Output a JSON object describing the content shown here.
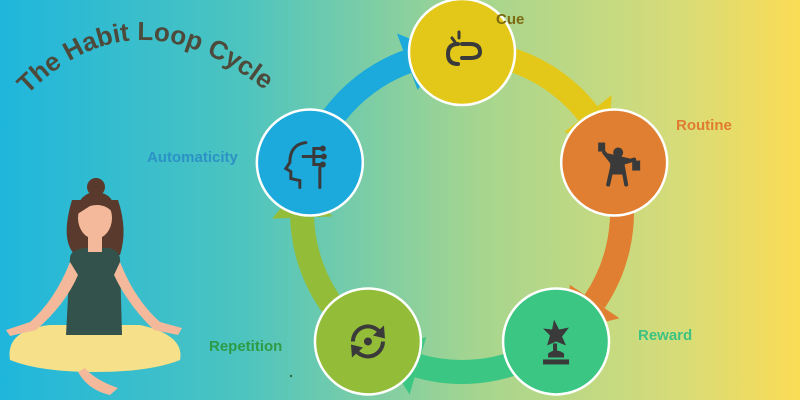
{
  "title": "The Habit Loop Cycle",
  "colors": {
    "title": "#4d4a3c",
    "circle_stroke": "#ffffff",
    "icon": "#3a3a3a"
  },
  "stages": [
    {
      "label": "Cue",
      "icon": "broken-link-icon",
      "fill": "#e3c81a",
      "label_color": "#7d6b12"
    },
    {
      "label": "Routine",
      "icon": "person-juggling-boxes-icon",
      "fill": "#e07f31",
      "label_color": "#e07b30"
    },
    {
      "label": "Reward",
      "icon": "trophy-star-icon",
      "fill": "#3cc683",
      "label_color": "#3cc383"
    },
    {
      "label": "Repetition",
      "icon": "refresh-cycle-icon",
      "fill": "#93bd38",
      "label_color": "#2e9b46"
    },
    {
      "label": "Automaticity",
      "icon": "brain-head-circuit-icon",
      "fill": "#1ca9dc",
      "label_color": "#2c92c5"
    }
  ]
}
